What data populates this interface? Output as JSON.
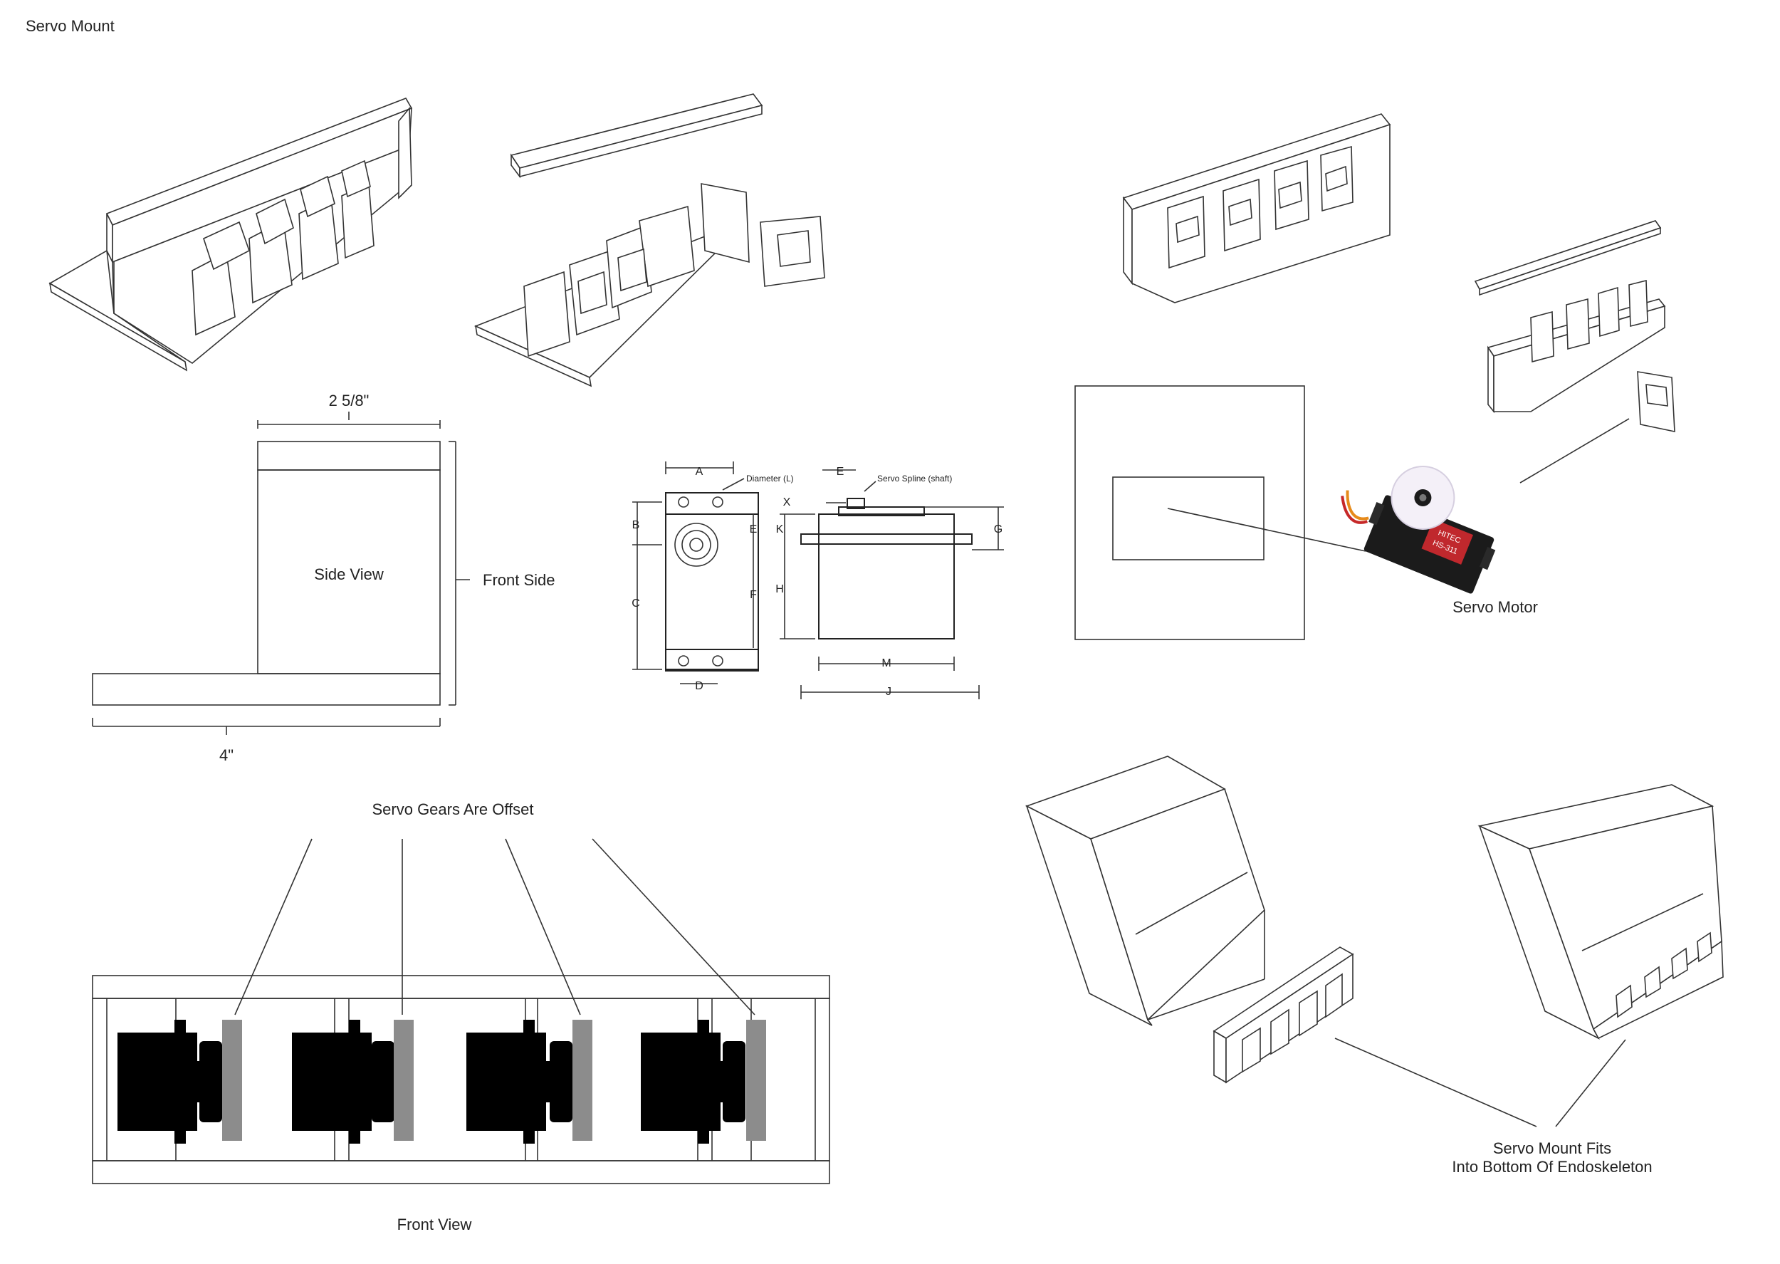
{
  "title": "Servo Mount",
  "side_view": {
    "width_label": "2 5/8\"",
    "depth_label": "4\"",
    "center_label": "Side View",
    "front_label": "Front Side"
  },
  "servo_drawing": {
    "letters": [
      "A",
      "B",
      "C",
      "D",
      "E",
      "F",
      "E",
      "G",
      "H",
      "J",
      "K",
      "M",
      "X"
    ],
    "diameter_label": "Diameter (L)",
    "spline_label": "Servo Spline (shaft)"
  },
  "servo_photo": {
    "caption": "Servo Motor",
    "brand_text": "HITEC",
    "model_text": "HS-311",
    "colors": {
      "body": "#1b1b1b",
      "horn": "#f4f0f8",
      "label": "#c0282d",
      "wire_orange": "#e68a1a",
      "wire_red": "#c62828"
    }
  },
  "gears_callout": "Servo Gears Are Offset",
  "front_view_caption": "Front View",
  "endo_caption_line1": "Servo Mount Fits",
  "endo_caption_line2": "Into Bottom Of Endoskeleton",
  "colors": {
    "servo_body": "#000000",
    "gear_plate": "#8c8c8c",
    "line": "#333333"
  }
}
